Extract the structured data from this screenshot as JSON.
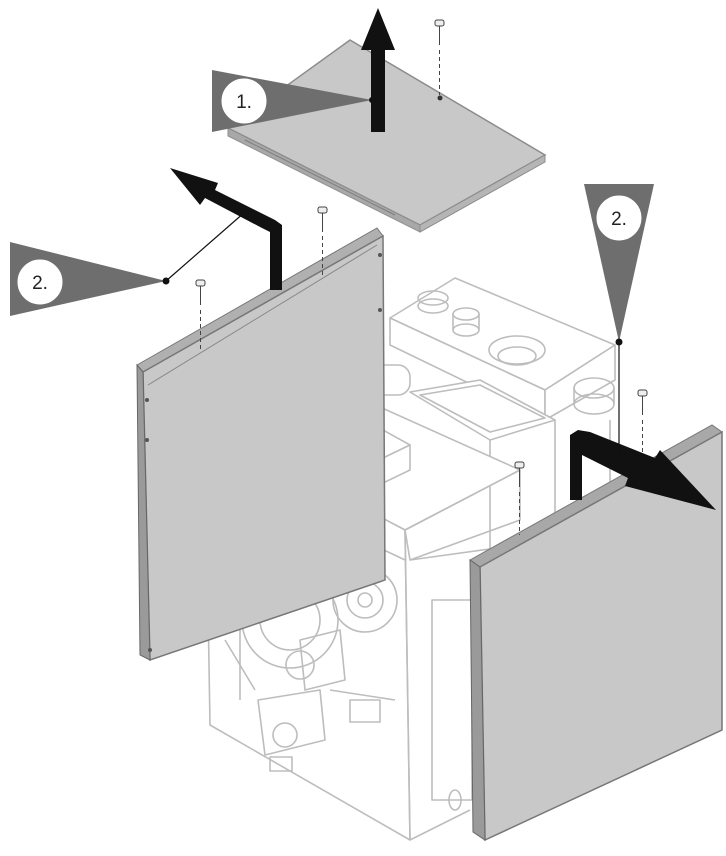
{
  "steps": {
    "step1_label": "1.",
    "step2_left_label": "2.",
    "step2_right_label": "2."
  },
  "colors": {
    "panel_fill": "#c8c8c8",
    "panel_edge": "#8c8c8c",
    "arrow": "#111111",
    "callout": "#6e6e6e",
    "line_art": "#bdbdbd",
    "background": "#ffffff"
  }
}
